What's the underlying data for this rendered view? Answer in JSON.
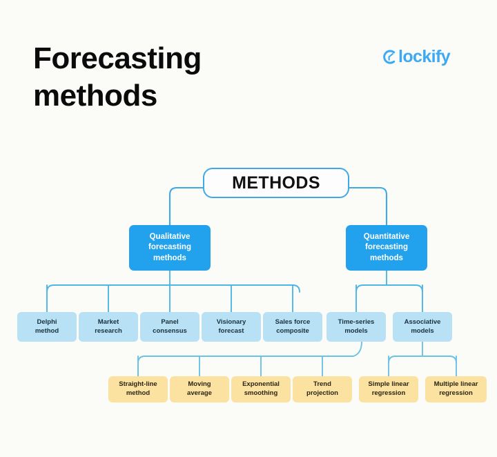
{
  "header": {
    "title": "Forecasting\nmethods",
    "brand": {
      "name": "lockify",
      "mark_icon": "clockify-clock-logo-icon",
      "color": "#3ba9f4"
    }
  },
  "colors": {
    "background": "#fbfbf8",
    "root_border": "#3fa9e8",
    "root_fill": "#fdfdfd",
    "level1_fill": "#22a2ec",
    "level1_text": "#ffffff",
    "level2_fill": "#b8e1f5",
    "level2_text": "#17313d",
    "level3_fill": "#fbe2a0",
    "level3_text": "#2c2413",
    "connector_blue": "#3fa9e8",
    "connector_lightblue": "#8fcfe8"
  },
  "chart_data": {
    "type": "diagram",
    "title": "Forecasting methods",
    "root": {
      "id": "methods",
      "label": "METHODS"
    },
    "level1": [
      {
        "id": "qualitative",
        "label": "Qualitative\nforecasting\nmethods"
      },
      {
        "id": "quantitative",
        "label": "Quantitative\nforecasting\nmethods"
      }
    ],
    "level2": [
      {
        "id": "delphi-method",
        "label": "Delphi\nmethod",
        "parent": "qualitative"
      },
      {
        "id": "market-research",
        "label": "Market\nresearch",
        "parent": "qualitative"
      },
      {
        "id": "panel-consensus",
        "label": "Panel\nconsensus",
        "parent": "qualitative"
      },
      {
        "id": "visionary-forecast",
        "label": "Visionary\nforecast",
        "parent": "qualitative"
      },
      {
        "id": "sales-force-composite",
        "label": "Sales force\ncomposite",
        "parent": "qualitative"
      },
      {
        "id": "time-series-models",
        "label": "Time-series\nmodels",
        "parent": "quantitative"
      },
      {
        "id": "associative-models",
        "label": "Associative\nmodels",
        "parent": "quantitative"
      }
    ],
    "level3": [
      {
        "id": "straight-line-method",
        "label": "Straight-line\nmethod",
        "parent": "time-series-models"
      },
      {
        "id": "moving-average",
        "label": "Moving\naverage",
        "parent": "time-series-models"
      },
      {
        "id": "exponential-smoothing",
        "label": "Exponential\nsmoothing",
        "parent": "time-series-models"
      },
      {
        "id": "trend-projection",
        "label": "Trend\nprojection",
        "parent": "time-series-models"
      },
      {
        "id": "simple-linear-regression",
        "label": "Simple linear\nregression",
        "parent": "associative-models"
      },
      {
        "id": "multiple-linear-regression",
        "label": "Multiple linear\nregression",
        "parent": "associative-models"
      }
    ]
  }
}
